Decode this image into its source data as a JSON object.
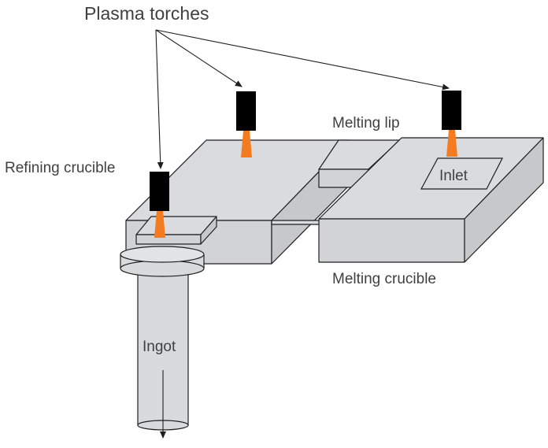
{
  "labels": {
    "plasma_torches": "Plasma torches",
    "melting_lip": "Melting lip",
    "refining_crucible": "Refining crucible",
    "inlet": "Inlet",
    "melting_crucible": "Melting crucible",
    "ingot": "Ingot"
  },
  "colors": {
    "crucible_top": "#dadbdf",
    "crucible_side": "#c7c8cb",
    "torch_body": "#000000",
    "flame": "#f47b20",
    "outline": "#1f1f1f",
    "label_text": "#404040"
  }
}
